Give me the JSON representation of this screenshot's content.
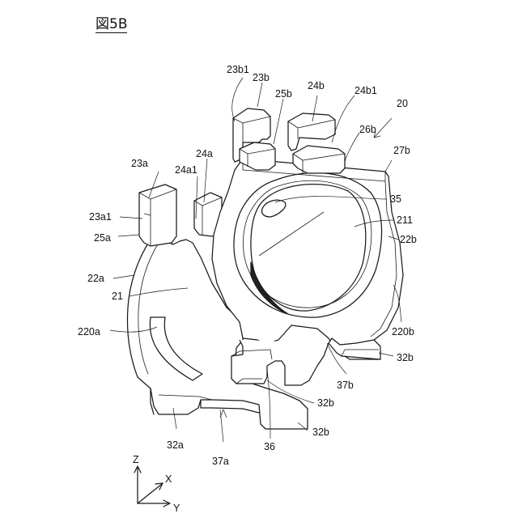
{
  "figure": {
    "title": "図5B",
    "labels": {
      "l23b1": "23b1",
      "l23b": "23b",
      "l25b": "25b",
      "l24b": "24b",
      "l24b1": "24b1",
      "l20": "20",
      "l26b": "26b",
      "l27b": "27b",
      "l23a": "23a",
      "l24a": "24a",
      "l24a1": "24a1",
      "l35": "35",
      "l23a1": "23a1",
      "l211": "211",
      "l25a": "25a",
      "l22b": "22b",
      "l22a": "22a",
      "l21": "21",
      "l220a": "220a",
      "l220b": "220b",
      "l32b_right": "32b",
      "l37b": "37b",
      "l32b_mid": "32b",
      "l32b_low": "32b",
      "l32a": "32a",
      "l36": "36",
      "l37a": "37a"
    },
    "axes": {
      "z": "Z",
      "x": "X",
      "y": "Y"
    }
  }
}
